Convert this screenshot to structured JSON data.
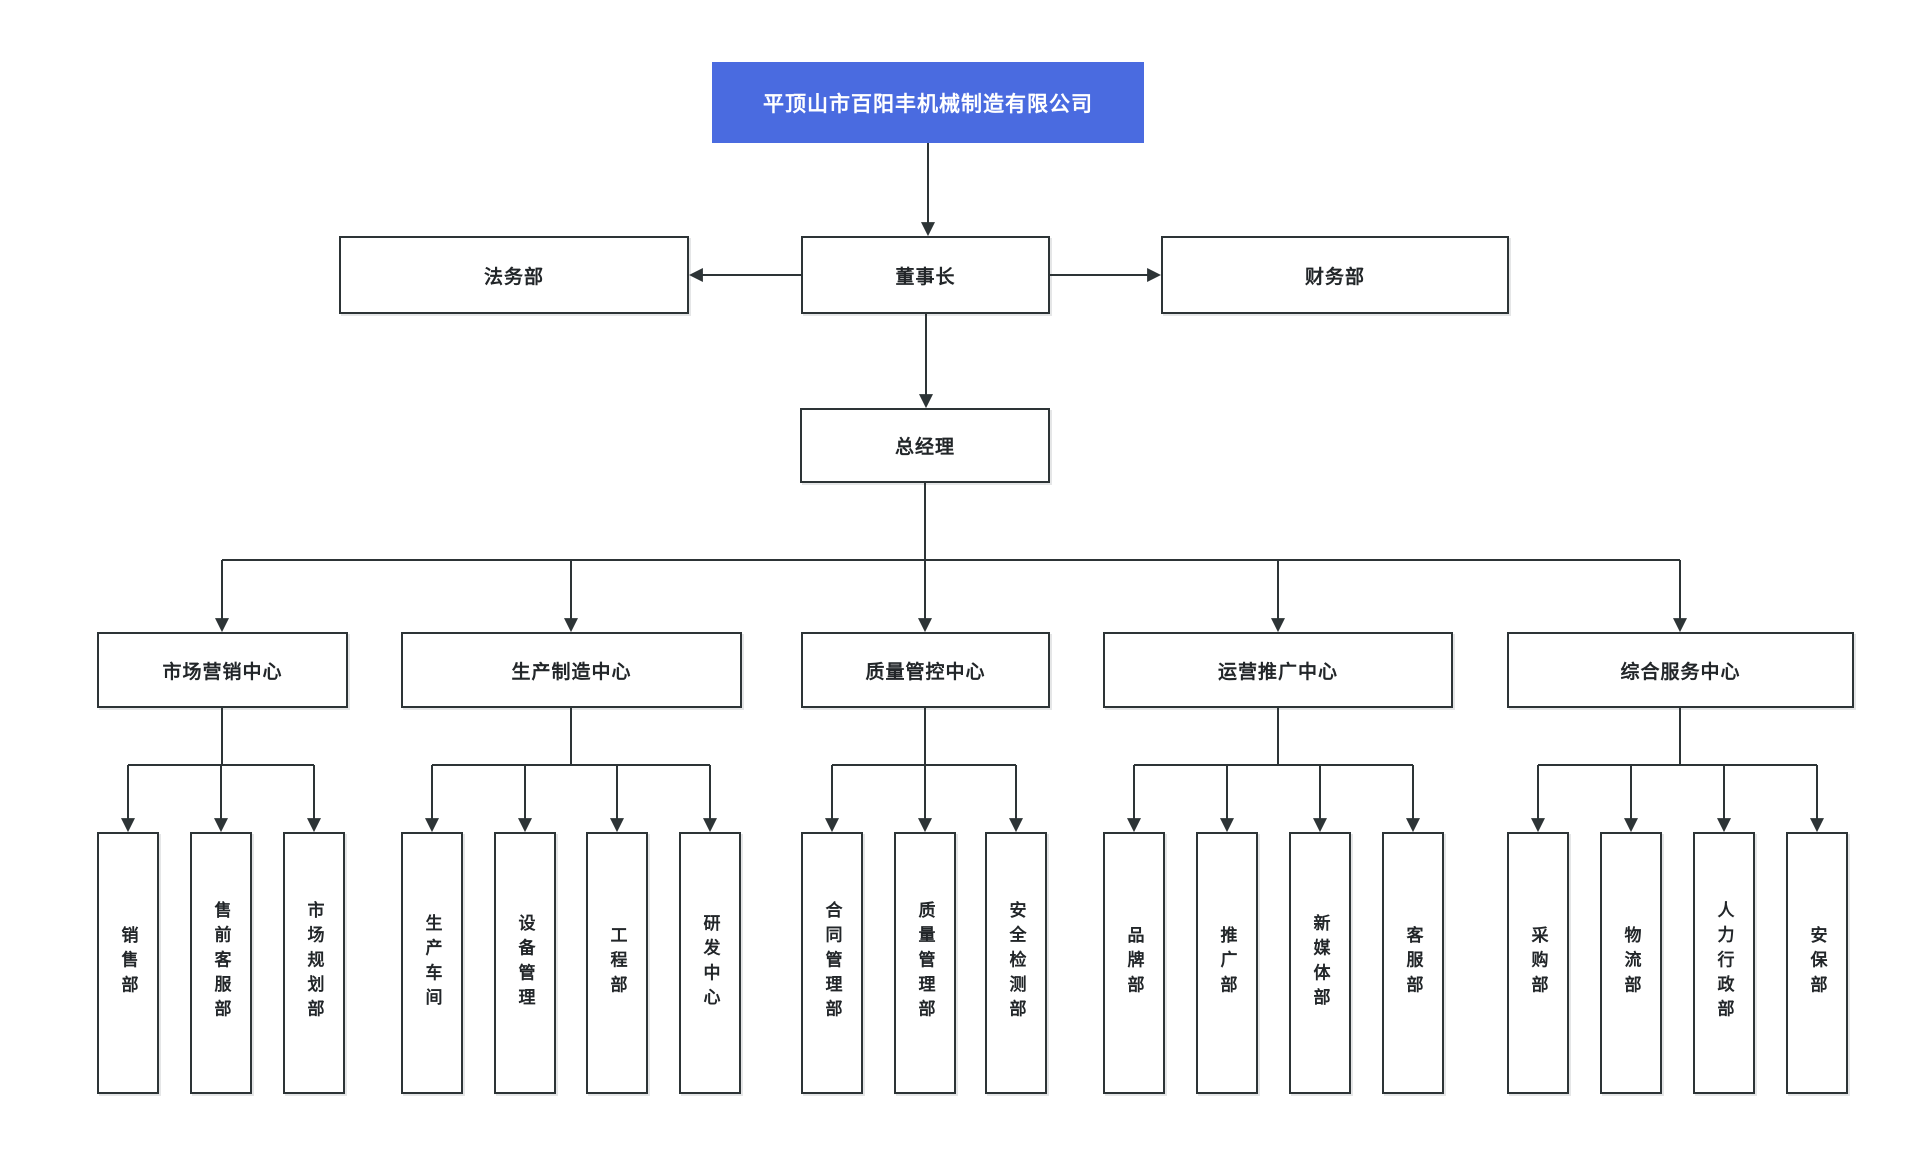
{
  "colors": {
    "root_bg": "#4a6be0",
    "root_text": "#ffffff",
    "node_bg": "#ffffff",
    "node_border": "#2d3436",
    "node_text": "#222629",
    "line": "#2d3436"
  },
  "org": {
    "root": {
      "label": "平顶山市百阳丰机械制造有限公司"
    },
    "level2": {
      "legal": {
        "label": "法务部"
      },
      "chairman": {
        "label": "董事长"
      },
      "finance": {
        "label": "财务部"
      }
    },
    "level3": {
      "general_manager": {
        "label": "总经理"
      }
    },
    "centers": [
      {
        "label": "市场营销中心",
        "departments": [
          "销售部",
          "售前客服部",
          "市场规划部"
        ]
      },
      {
        "label": "生产制造中心",
        "departments": [
          "生产车间",
          "设备管理",
          "工程部",
          "研发中心"
        ]
      },
      {
        "label": "质量管控中心",
        "departments": [
          "合同管理部",
          "质量管理部",
          "安全检测部"
        ]
      },
      {
        "label": "运营推广中心",
        "departments": [
          "品牌部",
          "推广部",
          "新媒体部",
          "客服部"
        ]
      },
      {
        "label": "综合服务中心",
        "departments": [
          "采购部",
          "物流部",
          "人力行政部",
          "安保部"
        ]
      }
    ]
  }
}
